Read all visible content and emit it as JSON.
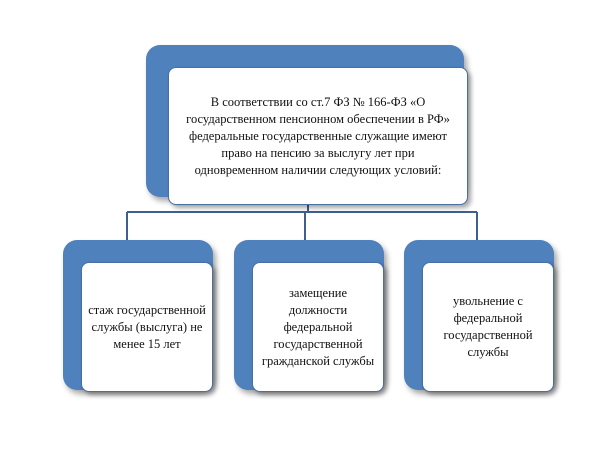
{
  "top": {
    "lines": [
      "В соответствии со ст.7 ФЗ № 166-ФЗ «О",
      "государственном пенсионном обеспечении в РФ»",
      "федеральные государственные служащие имеют",
      "право на пенсию за выслугу лет при",
      "одновременном наличии следующих условий:"
    ]
  },
  "conditions": [
    {
      "lines": [
        "стаж государственной",
        "службы (выслуга) не",
        "менее 15 лет"
      ]
    },
    {
      "lines": [
        "замещение должности",
        "федеральной",
        "государственной",
        "гражданской службы"
      ]
    },
    {
      "lines": [
        "увольнение с",
        "федеральной",
        "государственной",
        "службы"
      ]
    }
  ],
  "colors": {
    "accent": "#4f81bd",
    "border": "#4a6fa5",
    "connector": "#3f5f8f"
  }
}
